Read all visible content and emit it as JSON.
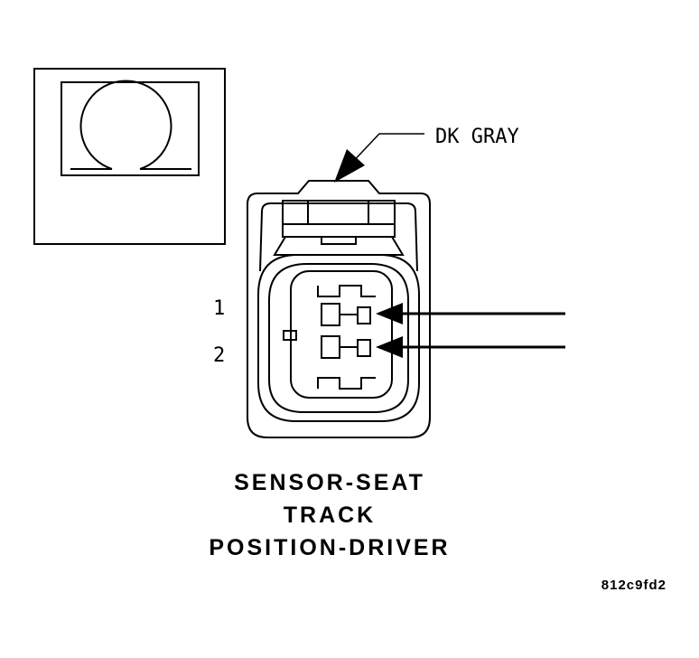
{
  "wire_color_label": "DK GRAY",
  "pins": [
    "1",
    "2"
  ],
  "title_lines": [
    "SENSOR-SEAT",
    "TRACK",
    "POSITION-DRIVER"
  ],
  "figure_code": "812c9fd2",
  "colors": {
    "line": "#000000",
    "background": "#ffffff"
  }
}
